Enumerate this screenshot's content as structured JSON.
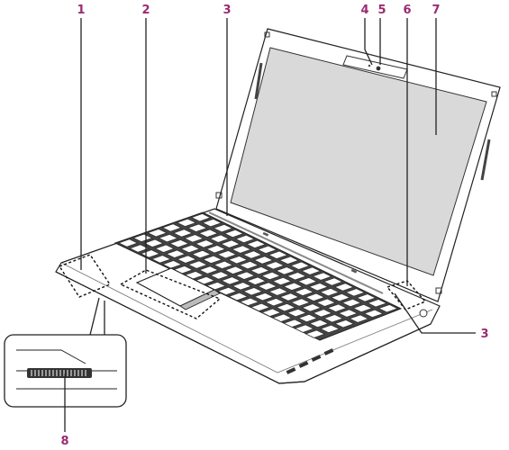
{
  "callouts": [
    {
      "id": "1",
      "label": "1"
    },
    {
      "id": "2",
      "label": "2"
    },
    {
      "id": "3a",
      "label": "3"
    },
    {
      "id": "4",
      "label": "4"
    },
    {
      "id": "5",
      "label": "5"
    },
    {
      "id": "6",
      "label": "6"
    },
    {
      "id": "7",
      "label": "7"
    },
    {
      "id": "3b",
      "label": "3"
    },
    {
      "id": "8",
      "label": "8"
    }
  ],
  "colors": {
    "callout": "#9b2b6f",
    "screen": "#d9d9d9",
    "line": "#222222"
  }
}
